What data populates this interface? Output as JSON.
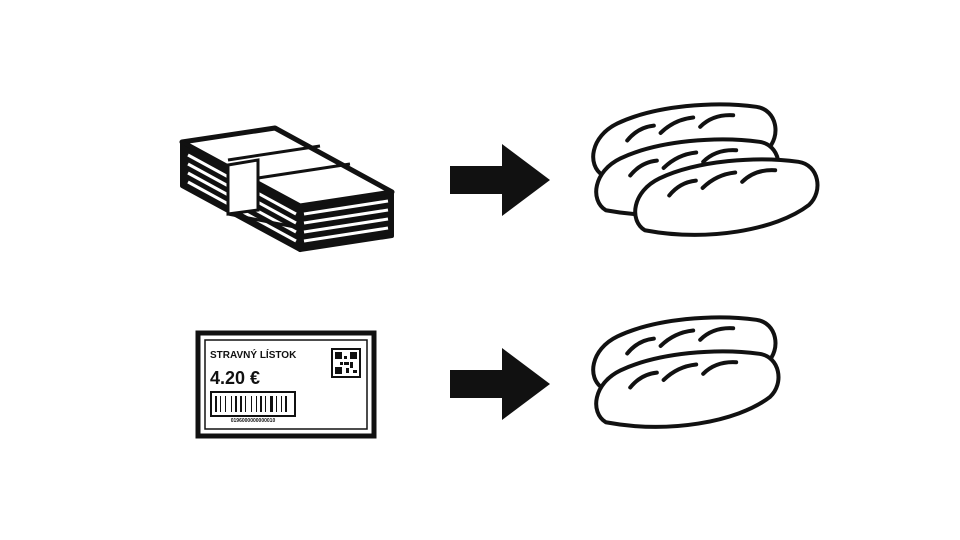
{
  "colors": {
    "ink": "#111111",
    "background": "#ffffff"
  },
  "rows": [
    {
      "left_icon": "stack-of-banknotes-icon",
      "arrow_icon": "right-arrow-icon",
      "right_icon": "three-baguettes-icon",
      "baguette_count": 3
    },
    {
      "left_icon": "meal-voucher-ticket-icon",
      "arrow_icon": "right-arrow-icon",
      "right_icon": "two-baguettes-icon",
      "baguette_count": 2
    }
  ],
  "voucher": {
    "title": "STRAVNÝ LÍSTOK",
    "value": "4.20 €",
    "barcode_number": "0196000000000010"
  }
}
